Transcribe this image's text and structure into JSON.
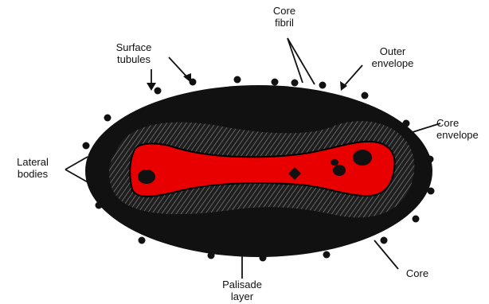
{
  "diagram": {
    "labels": {
      "core_fibril": [
        "Core",
        "fibril"
      ],
      "surface_tubules": [
        "Surface",
        "tubules"
      ],
      "outer_envelope": [
        "Outer",
        "envelope"
      ],
      "core_envelope": [
        "Core",
        "envelope"
      ],
      "lateral_bodies": [
        "Lateral",
        "bodies"
      ],
      "core": "Core",
      "palisade_layer": [
        "Palisade",
        "layer"
      ]
    },
    "colors": {
      "outer_body": "#111111",
      "palisade": "#3a3a3a",
      "core_fill": "#e80000",
      "core_outline": "#000000",
      "background": "#ffffff"
    }
  }
}
